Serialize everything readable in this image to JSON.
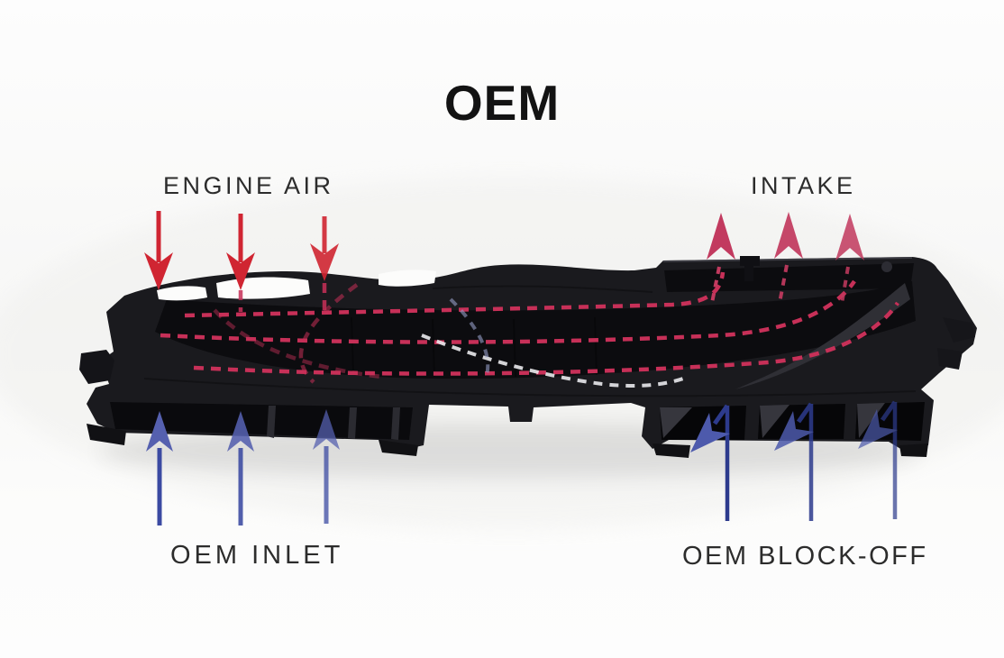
{
  "title": "OEM",
  "annotations": {
    "engine_air": {
      "label": "ENGINE AIR",
      "arrow_direction": "down",
      "arrow_count": 3
    },
    "intake": {
      "label": "INTAKE",
      "arrow_direction": "up",
      "arrow_count": 3
    },
    "oem_inlet": {
      "label": "OEM INLET",
      "arrow_direction": "up",
      "arrow_count": 3
    },
    "oem_block_off": {
      "label": "OEM BLOCK-OFF",
      "arrow_direction": "deflected-down-left",
      "arrow_count": 3
    }
  },
  "subject": "black plastic OEM air intake duct shown side-on with dashed airflow path lines",
  "colors": {
    "background": "#fcfcfb",
    "title": "#131313",
    "text": "#2c2c2c",
    "engine_air_arrow": "#d02532",
    "intake_arrow": "#c23a5f",
    "inlet_arrow_head": "#5560af",
    "inlet_arrow_stem": "#3b4aa2",
    "block_off_arrow_head": "#4d5aac",
    "block_off_arrow_stem": "#2d3b8d",
    "flow_line": "#c73058",
    "flow_line_white": "#e9e9ec",
    "flow_line_blue": "#969fc7",
    "part": "#1a1a1e",
    "part_dark": "#0b0b0d",
    "part_light": "#2f2f35"
  }
}
